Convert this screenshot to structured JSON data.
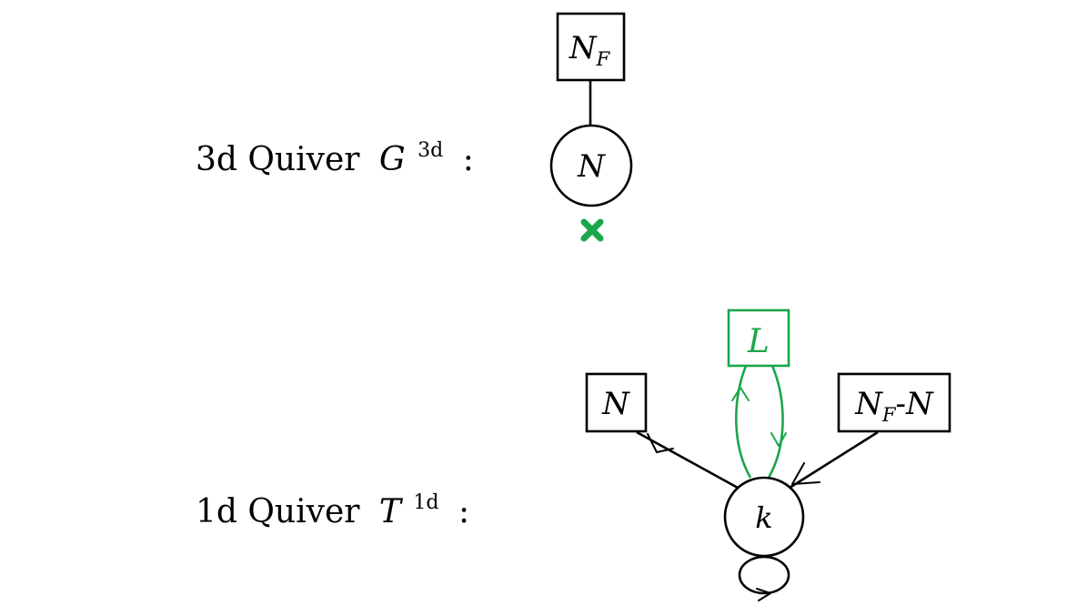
{
  "quiver_3d": {
    "caption_prefix": "3d Quiver",
    "symbol": "G",
    "superscript": "3d",
    "colon": ":",
    "flavor_box": {
      "base": "N",
      "sub": "F"
    },
    "gauge_node": "N",
    "marker": "✖"
  },
  "quiver_1d": {
    "caption_prefix": "1d Quiver",
    "symbol": "T",
    "superscript": "1d",
    "colon": ":",
    "box_left": "N",
    "box_center": "L",
    "box_right": {
      "base": "N",
      "sub": "F",
      "tail": "-N"
    },
    "gauge_node": "k"
  },
  "colors": {
    "ink": "#000000",
    "accent_green": "#1aa64a"
  }
}
